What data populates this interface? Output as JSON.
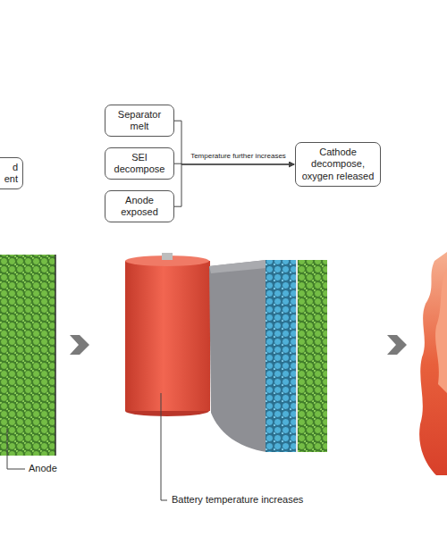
{
  "diagram": {
    "nodes": [
      {
        "text": [
          "d ent"
        ]
      },
      {
        "text": [
          "Separator melt"
        ]
      },
      {
        "text": [
          "SEI decompose"
        ]
      },
      {
        "text": [
          "Anode exposed"
        ]
      },
      {
        "text": [
          "Cathode decompose, oxygen released"
        ]
      }
    ],
    "edges": [
      {
        "from": 1,
        "to": 4,
        "arrow": "to"
      },
      {
        "from": 2,
        "to": 4,
        "arrow": "to",
        "label": "Temperature further increases"
      },
      {
        "from": 3,
        "to": 4,
        "arrow": "to"
      }
    ],
    "labels": [
      "Anode",
      "Battery temperature increases"
    ]
  }
}
